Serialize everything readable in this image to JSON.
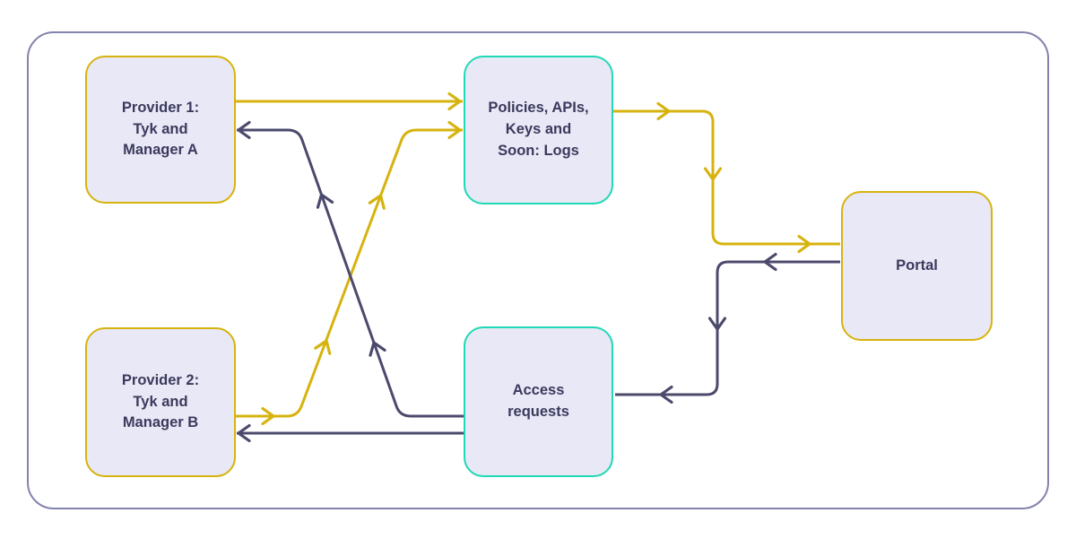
{
  "diagram": {
    "nodes": [
      {
        "id": "provider1",
        "label": "Provider 1:\nTyk and\nManager A",
        "border_color_name": "gold"
      },
      {
        "id": "provider2",
        "label": "Provider 2:\nTyk and\nManager B",
        "border_color_name": "gold"
      },
      {
        "id": "policies",
        "label": "Policies, APIs,\nKeys and\nSoon: Logs",
        "border_color_name": "teal"
      },
      {
        "id": "access",
        "label": "Access\nrequests",
        "border_color_name": "teal"
      },
      {
        "id": "portal",
        "label": "Portal",
        "border_color_name": "gold"
      }
    ],
    "edges": [
      {
        "from": "provider1",
        "to": "policies",
        "color_name": "gold"
      },
      {
        "from": "provider2",
        "to": "policies",
        "color_name": "gold"
      },
      {
        "from": "policies",
        "to": "portal",
        "color_name": "gold"
      },
      {
        "from": "access",
        "to": "provider1",
        "color_name": "dark"
      },
      {
        "from": "access",
        "to": "provider2",
        "color_name": "dark"
      },
      {
        "from": "portal",
        "to": "access",
        "color_name": "dark"
      }
    ],
    "colors": {
      "gold": "#D7B30F",
      "teal": "#1ED9B5",
      "dark": "#4C4A6C",
      "node_fill": "#E9E8F6",
      "text": "#3B3A5D",
      "frame": "#8383AE"
    }
  }
}
